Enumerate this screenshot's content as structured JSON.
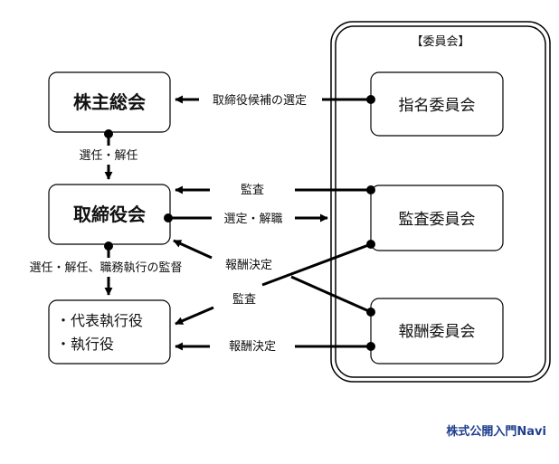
{
  "committee_group": {
    "title": "【委員会】"
  },
  "boxes": {
    "shareholders_meeting": "株主総会",
    "board_of_directors": "取締役会",
    "officers_line1": "・代表執行役",
    "officers_line2": "・執行役",
    "nomination_committee": "指名委員会",
    "audit_committee": "監査委員会",
    "compensation_committee": "報酬委員会"
  },
  "edges": {
    "nominate_directors": "取締役候補の選定",
    "elect_dismiss": "選任・解任",
    "audit_board": "監査",
    "select_dismiss_members": "選定・解職",
    "elect_dismiss_supervise": "選任・解任、職務執行の監督",
    "decide_compensation_board": "報酬決定",
    "audit_officers": "監査",
    "decide_compensation_officers": "報酬決定"
  },
  "brand": "株式公開入門Navi",
  "colors": {
    "line": "#000000",
    "brand": "#1f3f8f"
  }
}
